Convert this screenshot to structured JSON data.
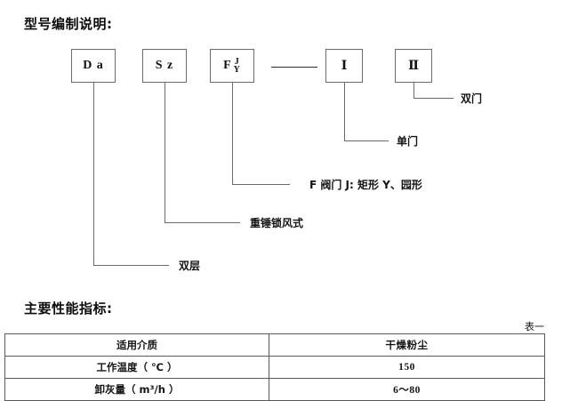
{
  "document": {
    "model_section_heading": "型号编制说明:",
    "performance_section_heading": "主要性能指标:",
    "table_caption": "表一"
  },
  "model_diagram": {
    "boxes": [
      {
        "id": "da",
        "text": "D a",
        "kind": "plain"
      },
      {
        "id": "sz",
        "text": "S z",
        "kind": "plain"
      },
      {
        "id": "f",
        "text": "F",
        "kind": "stacked",
        "top": "J",
        "bottom": "Y"
      },
      {
        "id": "i",
        "text": "Ⅰ",
        "kind": "roman"
      },
      {
        "id": "ii",
        "text": "Ⅱ",
        "kind": "roman"
      }
    ],
    "annotations": [
      {
        "id": "shuangmen",
        "label": "双门",
        "from_box": "ii"
      },
      {
        "id": "danmen",
        "label": "单门",
        "from_box": "i"
      },
      {
        "id": "famen",
        "label": "F 阀门 J: 矩形  Y、园形",
        "from_box": "f"
      },
      {
        "id": "suofeng",
        "label": "重锤锁风式",
        "from_box": "sz"
      },
      {
        "id": "shuangceng",
        "label": "双层",
        "from_box": "da"
      }
    ]
  },
  "performance_table": {
    "rows": [
      {
        "label": "适用介质",
        "value": "干燥粉尘"
      },
      {
        "label": "工作温度（ ℃ ）",
        "value": "150"
      },
      {
        "label": "卸灰量（ m³/h ）",
        "value": "6～80"
      }
    ]
  }
}
